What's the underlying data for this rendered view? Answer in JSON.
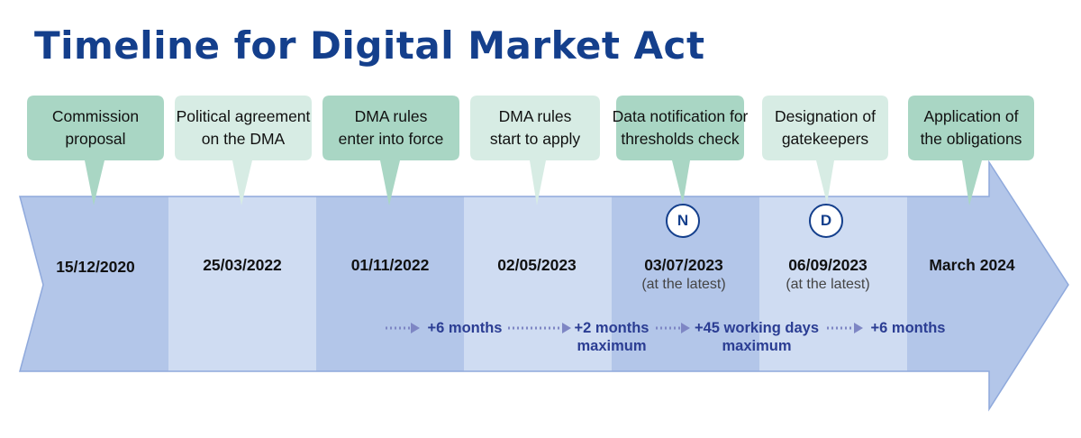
{
  "title": "Timeline for Digital Market Act",
  "colors": {
    "title": "#143f8c",
    "bubble_dark": "#a9d6c4",
    "bubble_light": "#d7ece4",
    "band_dark": "#b3c6e9",
    "band_light": "#cfdcf2",
    "duration_text": "#2b3d93"
  },
  "milestones": [
    {
      "label": "Commission\nproposal",
      "date": "15/12/2020",
      "note": "",
      "marker": ""
    },
    {
      "label": "Political agreement\non the DMA",
      "date": "25/03/2022",
      "note": "",
      "marker": ""
    },
    {
      "label": "DMA rules\nenter into force",
      "date": "01/11/2022",
      "note": "",
      "marker": ""
    },
    {
      "label": "DMA rules\nstart to apply",
      "date": "02/05/2023",
      "note": "",
      "marker": ""
    },
    {
      "label": "Data notification for\nthresholds check",
      "date": "03/07/2023",
      "note": "(at the latest)",
      "marker": "N"
    },
    {
      "label": "Designation of\ngatekeepers",
      "date": "06/09/2023",
      "note": "(at the latest)",
      "marker": "D"
    },
    {
      "label": "Application of\nthe obligations",
      "date": "March 2024",
      "note": "",
      "marker": ""
    }
  ],
  "durations": [
    {
      "label": "+6 months"
    },
    {
      "label": "+2 months\nmaximum"
    },
    {
      "label": "+45 working days\nmaximum"
    },
    {
      "label": "+6 months"
    }
  ]
}
